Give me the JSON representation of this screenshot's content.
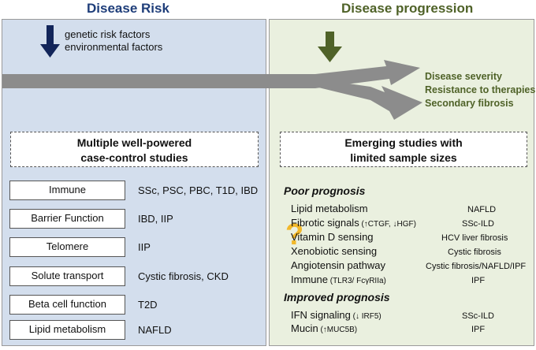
{
  "headers": {
    "left": "Disease Risk",
    "right": "Disease progression"
  },
  "risk_factors": [
    "genetic risk factors",
    "environmental factors"
  ],
  "outcomes": [
    "Disease severity",
    "Resistance to therapies",
    "Secondary fibrosis"
  ],
  "left_box": {
    "line1": "Multiple well-powered",
    "line2": "case-control studies"
  },
  "right_box": {
    "line1": "Emerging studies with",
    "line2": "limited sample sizes"
  },
  "categories": [
    {
      "name": "Immune",
      "value": "SSc,  PSC,  PBC, T1D,  IBD"
    },
    {
      "name": "Barrier Function",
      "value": "IBD, IIP"
    },
    {
      "name": "Telomere",
      "value": "IIP"
    },
    {
      "name": "Solute transport",
      "value": "Cystic fibrosis, CKD"
    },
    {
      "name": "Beta cell function",
      "value": "T2D"
    },
    {
      "name": "Lipid metabolism",
      "value": "NAFLD"
    }
  ],
  "poor": {
    "title": "Poor prognosis",
    "question_mark": "?",
    "rows": [
      {
        "name": "Lipid metabolism",
        "note": "",
        "value": "NAFLD"
      },
      {
        "name": "Fibrotic signals",
        "note": " (↑CTGF, ↓HGF)",
        "value": "SSc-ILD"
      },
      {
        "name": "Vitamin D sensing",
        "note": "",
        "value": "HCV liver fibrosis"
      },
      {
        "name": "Xenobiotic sensing",
        "note": "",
        "value": "Cystic fibrosis"
      },
      {
        "name": "Angiotensin pathway",
        "note": "",
        "value": "Cystic fibrosis/NAFLD/IPF"
      },
      {
        "name": "Immune",
        "note": " (TLR3/ FcγRIIa)",
        "value": "IPF"
      }
    ]
  },
  "improved": {
    "title": "Improved prognosis",
    "rows": [
      {
        "name": "IFN signaling",
        "note": " (↓ IRF5)",
        "value": "SSc-ILD"
      },
      {
        "name": "Mucin",
        "note": " (↑MUC5B)",
        "value": "IPF"
      }
    ]
  },
  "colors": {
    "left_header": "#1f3e7a",
    "right_header": "#4f6228",
    "left_panel": "#d3deed",
    "right_panel": "#eaf0df",
    "blue_arrow": "#12255a",
    "green_arrow": "#4f6228",
    "grey_arrow": "#8c8c8c",
    "question_mark": "#f2b82a"
  }
}
